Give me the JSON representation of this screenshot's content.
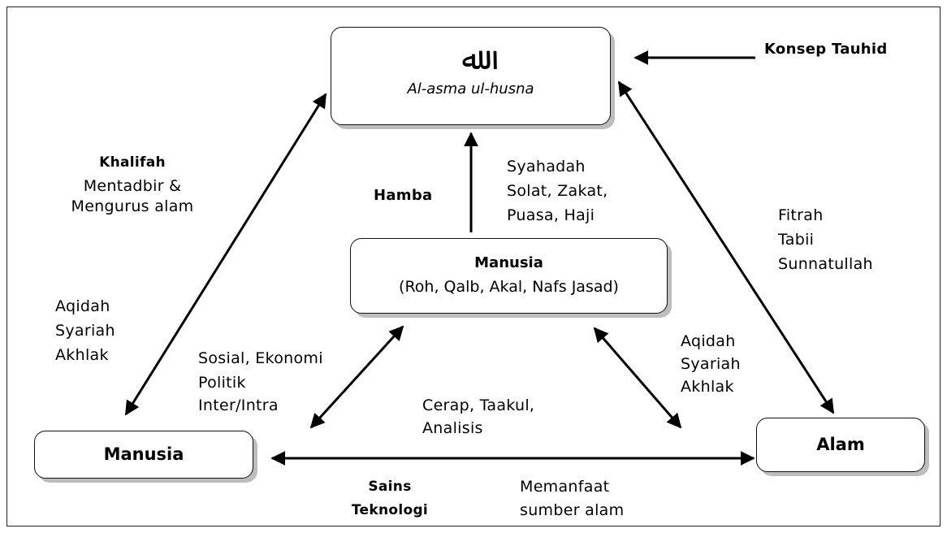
{
  "allah_box": {
    "arabic": "ﷲ",
    "subtitle": "Al-asma ul-husna"
  },
  "center_box": {
    "title": "Manusia",
    "subtitle": "(Roh, Qalb, Akal, Nafs Jasad)"
  },
  "left_box": {
    "title": "Manusia"
  },
  "right_box": {
    "title": "Alam"
  },
  "konsep_tauhid": "Konsep Tauhid",
  "khalifah": {
    "title": "Khalifah",
    "line1": "Mentadbir &",
    "line2": "Mengurus alam"
  },
  "left_values": [
    "Aqidah",
    "Syariah",
    "Akhlak"
  ],
  "hamba": "Hamba",
  "ibadah": [
    "Syahadah",
    "Solat, Zakat,",
    "Puasa, Haji"
  ],
  "fitrah": [
    "Fitrah",
    "Tabii",
    "Sunnatullah"
  ],
  "sosial": [
    "Sosial, Ekonomi",
    "Politik",
    "Inter/Intra"
  ],
  "right_values": [
    "Aqidah",
    "Syariah",
    "Akhlak"
  ],
  "cerap": [
    "Cerap, Taakul,",
    "Analisis"
  ],
  "sains": [
    "Sains",
    "Teknologi"
  ],
  "memanfaat": [
    "Memanfaat",
    "sumber alam"
  ]
}
